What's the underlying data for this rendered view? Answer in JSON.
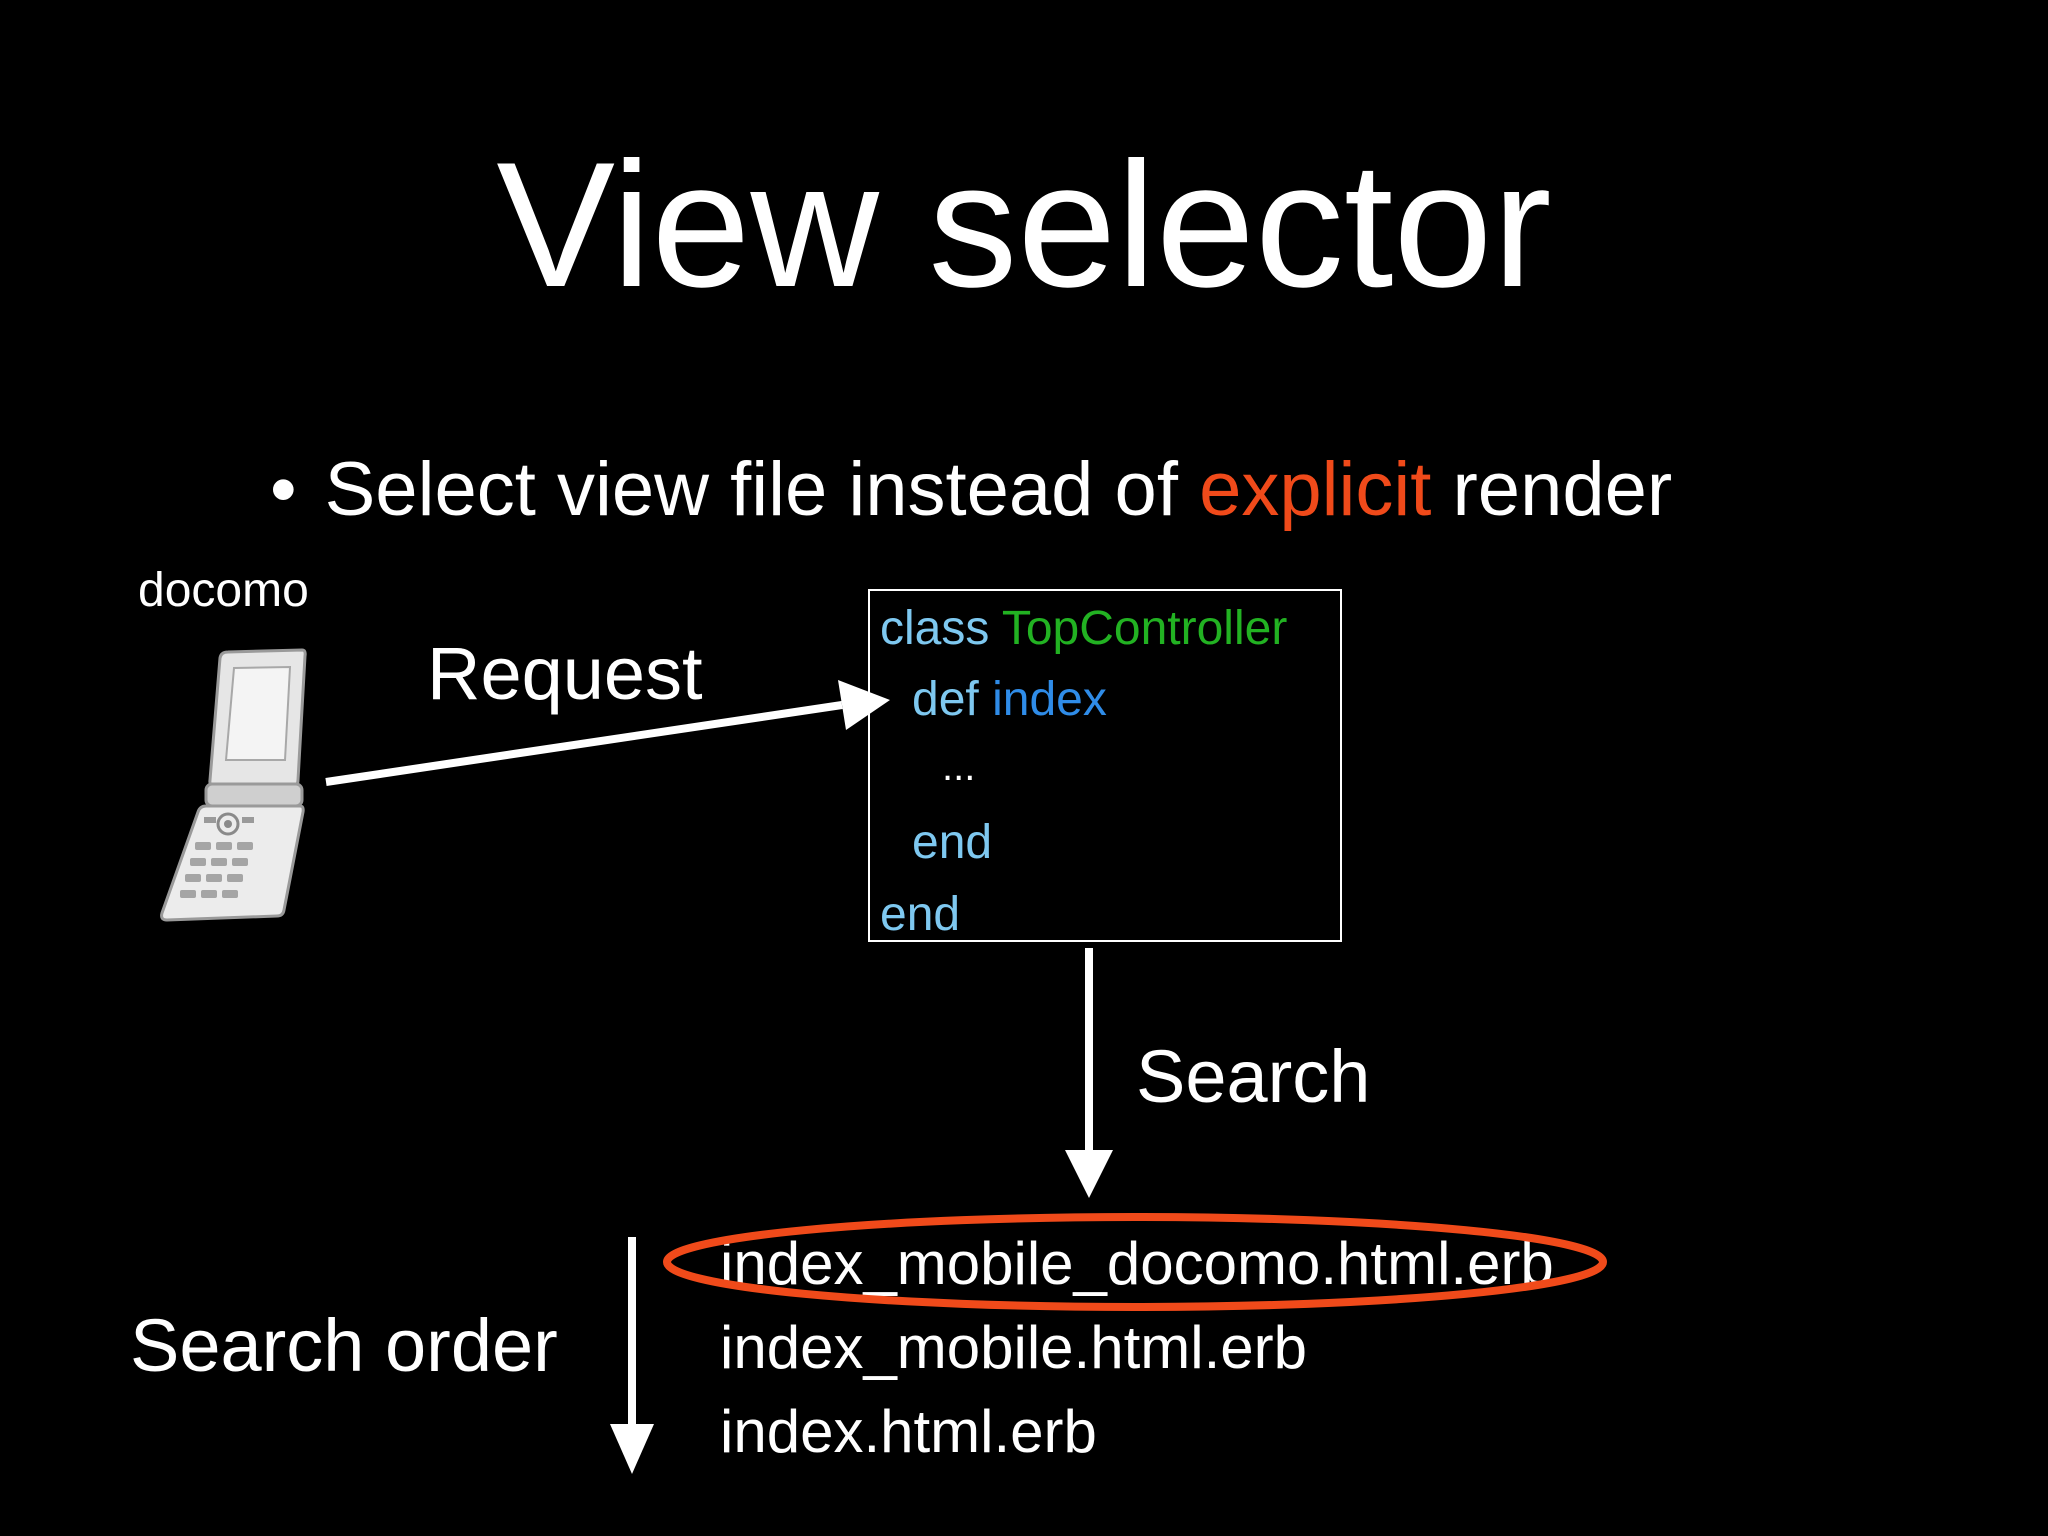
{
  "slide": {
    "title": "View selector",
    "bullet": {
      "marker": "•",
      "text_before": "Select view file instead of ",
      "highlight": "explicit",
      "text_after": " render"
    }
  },
  "phone": {
    "caption": "docomo",
    "icon": "flip-phone-icon"
  },
  "request": {
    "label": "Request"
  },
  "code": {
    "lines": [
      {
        "keyword": "class",
        "name": "TopController"
      },
      {
        "keyword": "def",
        "name": "index"
      },
      {
        "text": "..."
      },
      {
        "keyword": "end"
      },
      {
        "keyword": "end"
      }
    ]
  },
  "search": {
    "label": "Search"
  },
  "search_order": {
    "label": "Search order",
    "files": [
      "index_mobile_docomo.html.erb",
      "index_mobile.html.erb",
      "index.html.erb"
    ],
    "selected_index": 0
  },
  "colors": {
    "background": "#000000",
    "text": "#ffffff",
    "highlight": "#f04a1a",
    "code_keyword": "#7ec8f0",
    "code_class_name": "#22b222",
    "code_method_name": "#2f8ce8",
    "ellipse": "#f04a1a"
  }
}
